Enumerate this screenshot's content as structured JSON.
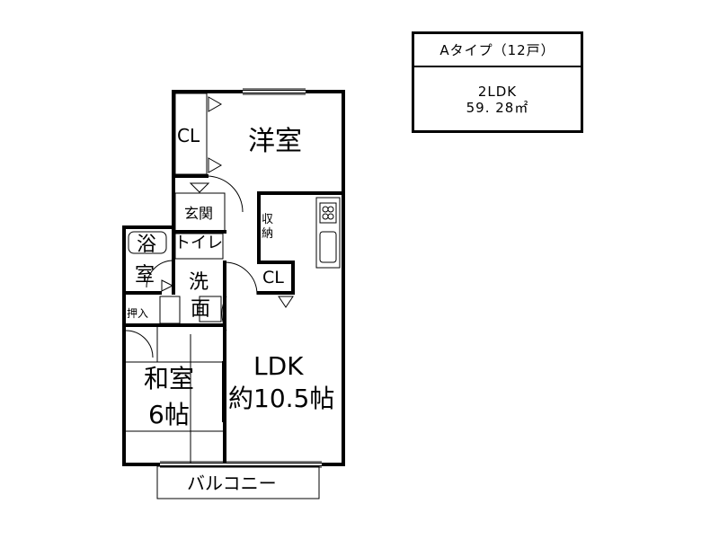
{
  "info": {
    "type": "Aタイプ（12戸）",
    "layout": "2LDK",
    "area": "59. 28㎡"
  },
  "rooms": {
    "western": "洋室",
    "closet_top": "CL",
    "closet_mid": "CL",
    "entrance": "玄関",
    "storage_1": "収",
    "storage_2": "納",
    "toilet": "トイレ",
    "bath_1": "浴",
    "bath_2": "室",
    "wash_1": "洗",
    "wash_2": "面",
    "oshiire": "押入",
    "ldk_1": "LDK",
    "ldk_2": "約10.5帖",
    "washitsu_1": "和室",
    "washitsu_2": "6帖",
    "balcony": "バルコニー"
  }
}
